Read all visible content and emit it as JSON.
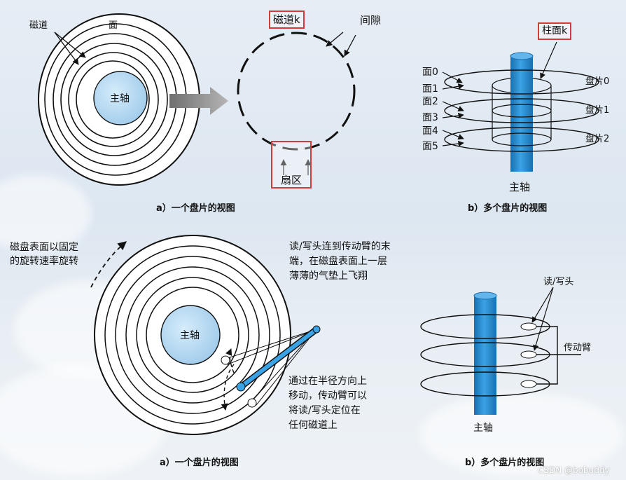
{
  "colors": {
    "axis_blue": "#2f8fd0",
    "hub_blue": "#b9daf1",
    "highlight_red": "#d23b3b",
    "arrow_gray": "#8c8c8c"
  },
  "top_left": {
    "label_track": "磁道",
    "label_surface": "面",
    "hub_label": "主轴",
    "caption": "a）一个盘片的视图"
  },
  "track_detail": {
    "track_label": "磁道k",
    "gap_label": "间隙",
    "sector_label": "扇区"
  },
  "top_right": {
    "cylinder_label": "柱面k",
    "surfaces": [
      "面0",
      "面1",
      "面2",
      "面3",
      "面4",
      "面5"
    ],
    "platters": [
      "盘片0",
      "盘片1",
      "盘片2"
    ],
    "spindle_label": "主轴",
    "caption": "b）多个盘片的视图"
  },
  "bottom_left": {
    "rotation_text": [
      "磁盘表面以固定",
      "的旋转速率旋转"
    ],
    "head_text": [
      "读/写头连到传动臂的末",
      "端，在磁盘表面上一层",
      "薄薄的气垫上飞翔"
    ],
    "arm_text": [
      "通过在半径方向上",
      "移动，传动臂可以",
      "将读/写头定位在",
      "任何磁道上"
    ],
    "hub_label": "主轴",
    "caption": "a）一个盘片的视图"
  },
  "bottom_right": {
    "head_label": "读/写头",
    "arm_label": "传动臂",
    "spindle_label": "主轴",
    "caption": "b）多个盘片的视图"
  },
  "watermark": "CSDN @bobuddy"
}
